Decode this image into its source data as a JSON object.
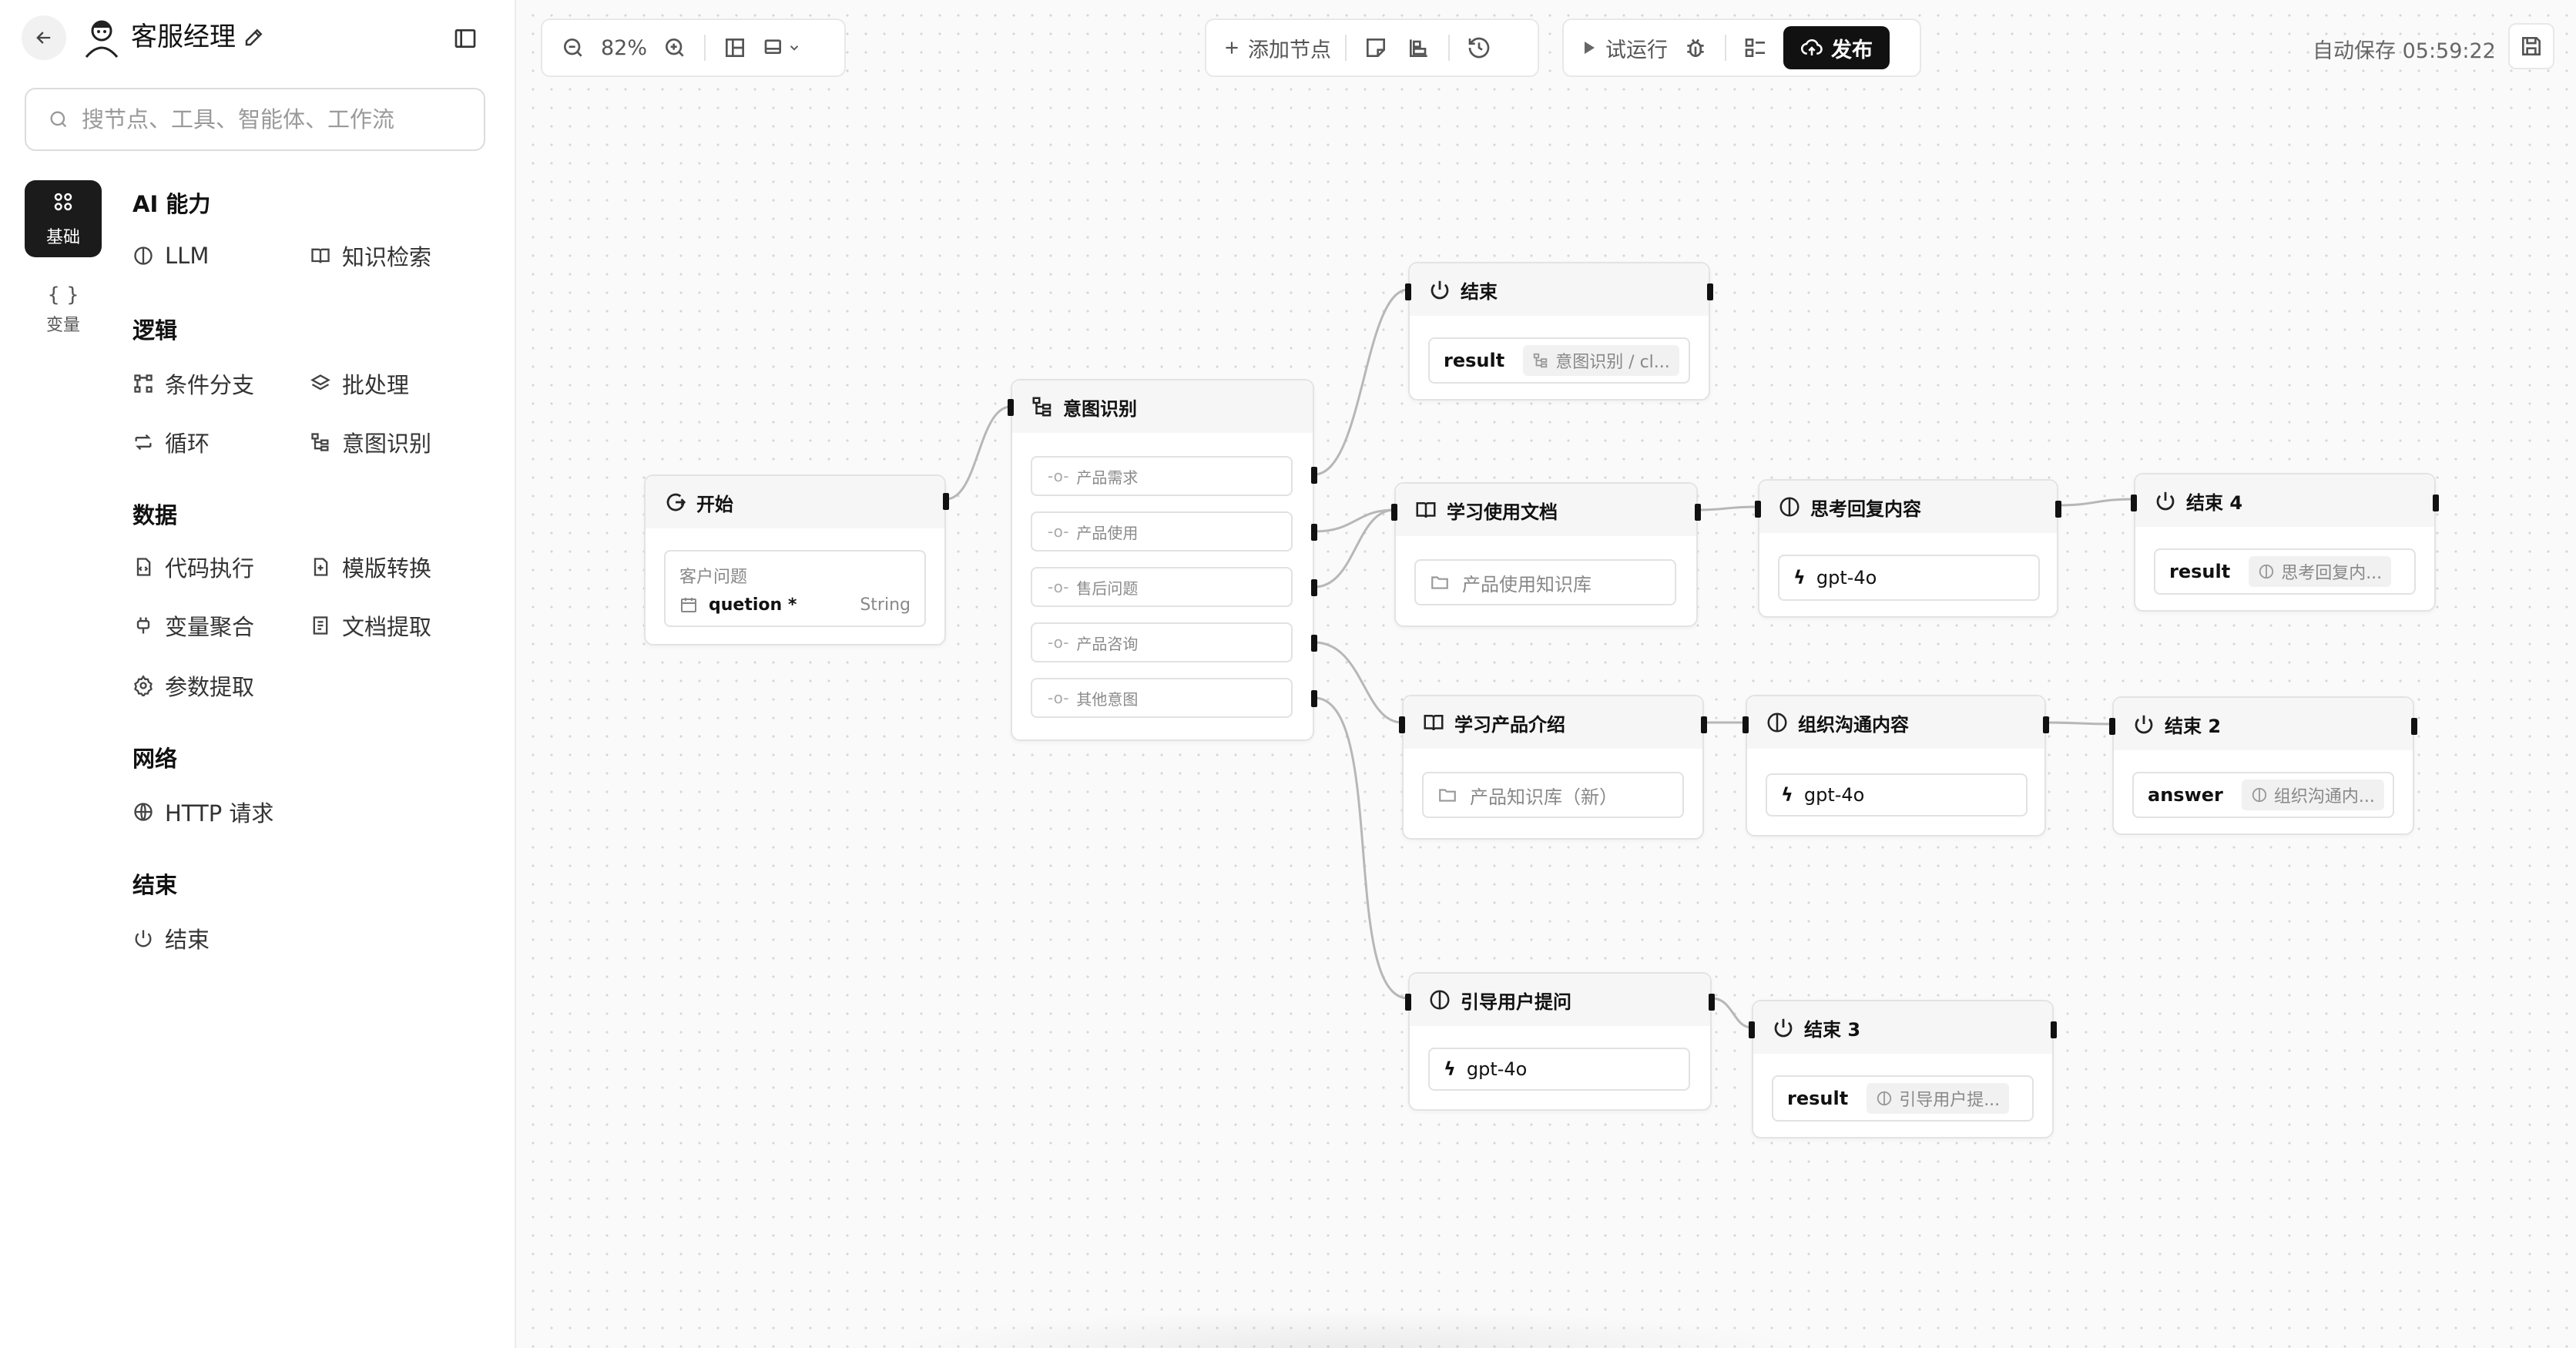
{
  "app": {
    "title": "客服经理",
    "autosave": "自动保存 05:59:22"
  },
  "search": {
    "placeholder": "搜节点、工具、智能体、工作流"
  },
  "categories": [
    {
      "label": "基础",
      "icon": "grid-icon",
      "active": true
    },
    {
      "label": "变量",
      "icon": "braces-icon",
      "active": false
    }
  ],
  "sections": {
    "ai": {
      "title": "AI 能力",
      "items": [
        "LLM",
        "知识检索"
      ]
    },
    "logic": {
      "title": "逻辑",
      "items": [
        "条件分支",
        "批处理",
        "循环",
        "意图识别"
      ]
    },
    "data": {
      "title": "数据",
      "items": [
        "代码执行",
        "模版转换",
        "变量聚合",
        "文档提取",
        "参数提取"
      ]
    },
    "network": {
      "title": "网络",
      "items": [
        "HTTP 请求"
      ]
    },
    "end": {
      "title": "结束",
      "items": [
        "结束"
      ]
    }
  },
  "toolbar": {
    "zoom": "82%",
    "add_node": "添加节点",
    "test_run": "试运行",
    "publish": "发布"
  },
  "nodes": {
    "start": {
      "title": "开始",
      "var_label": "客户问题",
      "var_name": "quetion *",
      "var_type": "String"
    },
    "intent": {
      "title": "意图识别",
      "intents": [
        "产品需求",
        "产品使用",
        "售后问题",
        "产品咨询",
        "其他意图"
      ]
    },
    "end_main": {
      "title": "结束",
      "key": "result",
      "chip": "意图识别 / cl..."
    },
    "kb_usage": {
      "title": "学习使用文档",
      "kb": "产品使用知识库"
    },
    "think_reply": {
      "title": "思考回复内容",
      "model": "gpt-4o"
    },
    "end4": {
      "title": "结束 4",
      "key": "result",
      "chip": "思考回复内..."
    },
    "kb_product": {
      "title": "学习产品介绍",
      "kb": "产品知识库（新）"
    },
    "org_reply": {
      "title": "组织沟通内容",
      "model": "gpt-4o"
    },
    "end2": {
      "title": "结束 2",
      "key": "answer",
      "chip": "组织沟通内..."
    },
    "guide": {
      "title": "引导用户提问",
      "model": "gpt-4o"
    },
    "end3": {
      "title": "结束 3",
      "key": "result",
      "chip": "引导用户提..."
    }
  },
  "colors": {
    "accent": "#111111",
    "edge": "#b9b9b9",
    "canvas": "#fafafa"
  }
}
